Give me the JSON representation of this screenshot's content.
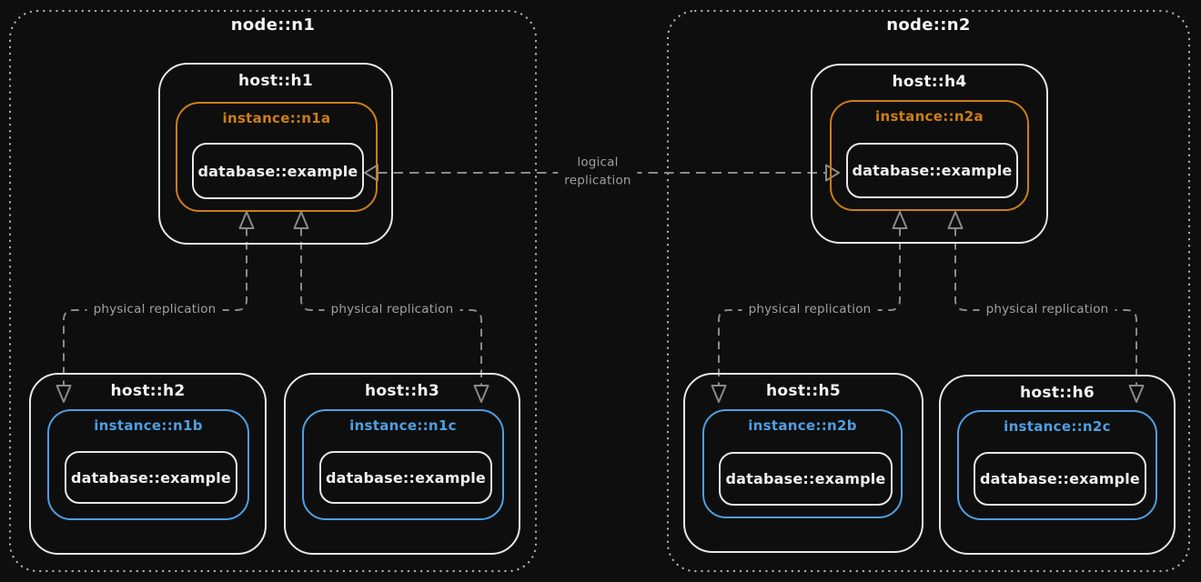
{
  "diagram_title": "",
  "colors": {
    "background": "#0e0e0e",
    "box_stroke": "#e7e7e7",
    "node_dotted_stroke": "#aeaeae",
    "primary_instance_accent": "#cd7e17",
    "replica_instance_accent": "#4f9fe2",
    "edge_stroke": "#8a8a8a",
    "edge_label_text": "#a0a0a0",
    "label_text": "#f3f3f3"
  },
  "groups": [
    {
      "label": "node::n1",
      "hosts": [
        {
          "label": "host::h1",
          "instance": {
            "label": "instance::n1a",
            "accent": "#cd7e17",
            "db_label": "database::example"
          }
        },
        {
          "label": "host::h2",
          "instance": {
            "label": "instance::n1b",
            "accent": "#4f9fe2",
            "db_label": "database::example"
          }
        },
        {
          "label": "host::h3",
          "instance": {
            "label": "instance::n1c",
            "accent": "#4f9fe2",
            "db_label": "database::example"
          }
        }
      ]
    },
    {
      "label": "node::n2",
      "hosts": [
        {
          "label": "host::h4",
          "instance": {
            "label": "instance::n2a",
            "accent": "#cd7e17",
            "db_label": "database::example"
          }
        },
        {
          "label": "host::h5",
          "instance": {
            "label": "instance::n2b",
            "accent": "#4f9fe2",
            "db_label": "database::example"
          }
        },
        {
          "label": "host::h6",
          "instance": {
            "label": "instance::n2c",
            "accent": "#4f9fe2",
            "db_label": "database::example"
          }
        }
      ]
    }
  ],
  "edges": {
    "logical": {
      "from": "database::example (host::h1)",
      "to": "database::example (host::h4)",
      "bidirectional": true,
      "label_lines": [
        "logical",
        "replication"
      ]
    },
    "physical": [
      {
        "from": "instance::n1a",
        "to": "instance::n1b",
        "bidirectional": true,
        "label": "physical replication"
      },
      {
        "from": "instance::n1a",
        "to": "instance::n1c",
        "bidirectional": true,
        "label": "physical replication"
      },
      {
        "from": "instance::n2a",
        "to": "instance::n2b",
        "bidirectional": true,
        "label": "physical replication"
      },
      {
        "from": "instance::n2a",
        "to": "instance::n2c",
        "bidirectional": true,
        "label": "physical replication"
      }
    ]
  }
}
